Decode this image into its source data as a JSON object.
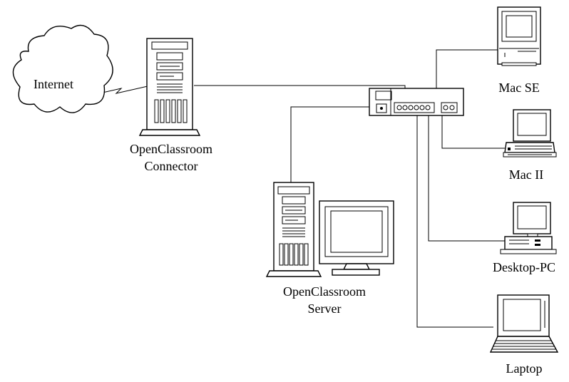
{
  "cloud": {
    "label": "Internet"
  },
  "connector": {
    "line1": "OpenClassroom",
    "line2": "Connector"
  },
  "server": {
    "line1": "OpenClassroom",
    "line2": "Server"
  },
  "clients": {
    "mac_se": "Mac SE",
    "mac_ii": "Mac II",
    "desktop_pc": "Desktop-PC",
    "laptop": "Laptop"
  }
}
